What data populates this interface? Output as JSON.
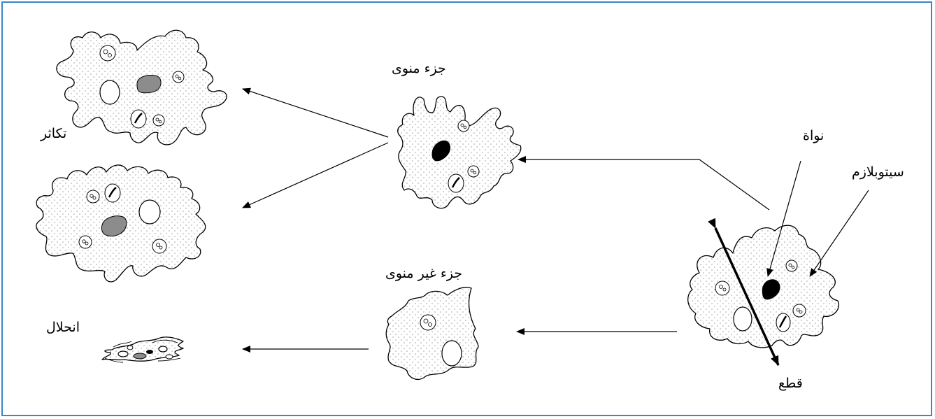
{
  "labels": {
    "nucleate_part": "جزء منوى",
    "anucleate_part": "جزء غير منوى",
    "reproduction": "تكاثر",
    "degeneration": "انحلال",
    "nucleus": "نواة",
    "cytoplasm": "سيتوبلازم",
    "cut": "قطع"
  },
  "colors": {
    "border": "#3a86c8",
    "nucleus_intact": "#000000",
    "nucleus_daughter": "#8c8c8c"
  }
}
